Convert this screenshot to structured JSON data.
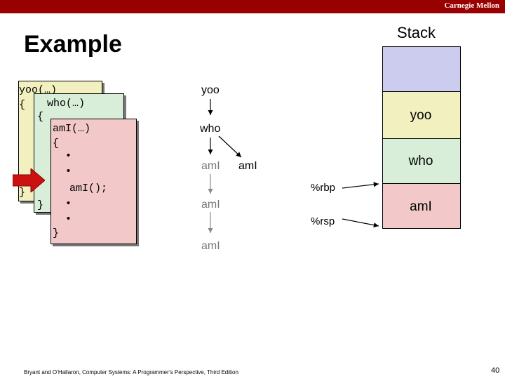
{
  "header": {
    "brand": "Carnegie Mellon"
  },
  "slide": {
    "title": "Example",
    "stack_title": "Stack"
  },
  "code_frames": {
    "yoo": [
      "yoo(…)",
      "{",
      "",
      "",
      "",
      "",
      "",
      "",
      "}"
    ],
    "who": [
      "who(…)",
      "{",
      "",
      "",
      "",
      "",
      "",
      "}"
    ],
    "ami": [
      "amI(…)",
      "{",
      "  •",
      "  •",
      "  amI();",
      "  •",
      "  •",
      "}"
    ]
  },
  "call_tree": {
    "nodes": [
      "yoo",
      "who",
      "amI",
      "amI",
      "amI",
      "amI"
    ]
  },
  "stack": {
    "frames": [
      "",
      "yoo",
      "who",
      "amI"
    ],
    "colors": {
      "empty": "#ccccee",
      "yoo": "#f3f0c0",
      "who": "#d8eed8",
      "ami": "#f2c8c8"
    }
  },
  "registers": {
    "rbp": "%rbp",
    "rsp": "%rsp"
  },
  "footer": {
    "citation": "Bryant and O’Hallaron, Computer Systems: A Programmer’s Perspective, Third Edition",
    "page": "40"
  }
}
